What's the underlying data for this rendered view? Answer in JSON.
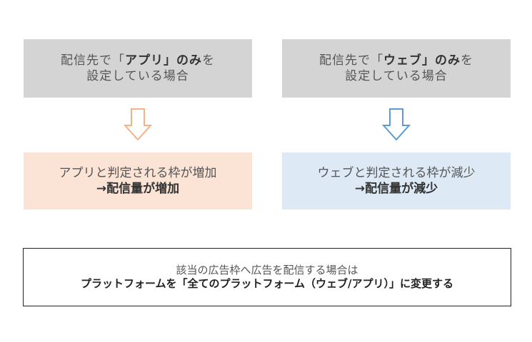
{
  "left_top": {
    "pre": "配信先で「",
    "bold": "アプリ」のみ",
    "post": "を",
    "line2": "設定している場合"
  },
  "right_top": {
    "pre": "配信先で「",
    "bold": "ウェブ」のみ",
    "post": "を",
    "line2": "設定している場合"
  },
  "left_mid": {
    "line1": "アプリと判定される枠が増加",
    "line2": "→配信量が増加"
  },
  "right_mid": {
    "line1": "ウェブと判定される枠が減少",
    "line2": "→配信量が減少"
  },
  "bottom": {
    "line1": "該当の広告枠へ広告を配信する場合は",
    "line2": "プラットフォームを「全てのプラットフォーム（ウェブ/アプリ）」に変更する"
  },
  "colors": {
    "left_arrow": "#f4b183",
    "right_arrow": "#5b9bd5",
    "top_box": "#d4d4d4",
    "left_mid_box": "#fbe3d6",
    "right_mid_box": "#dde9f5"
  },
  "icons": {
    "left_arrow": "down-arrow-icon",
    "right_arrow": "down-arrow-icon"
  }
}
